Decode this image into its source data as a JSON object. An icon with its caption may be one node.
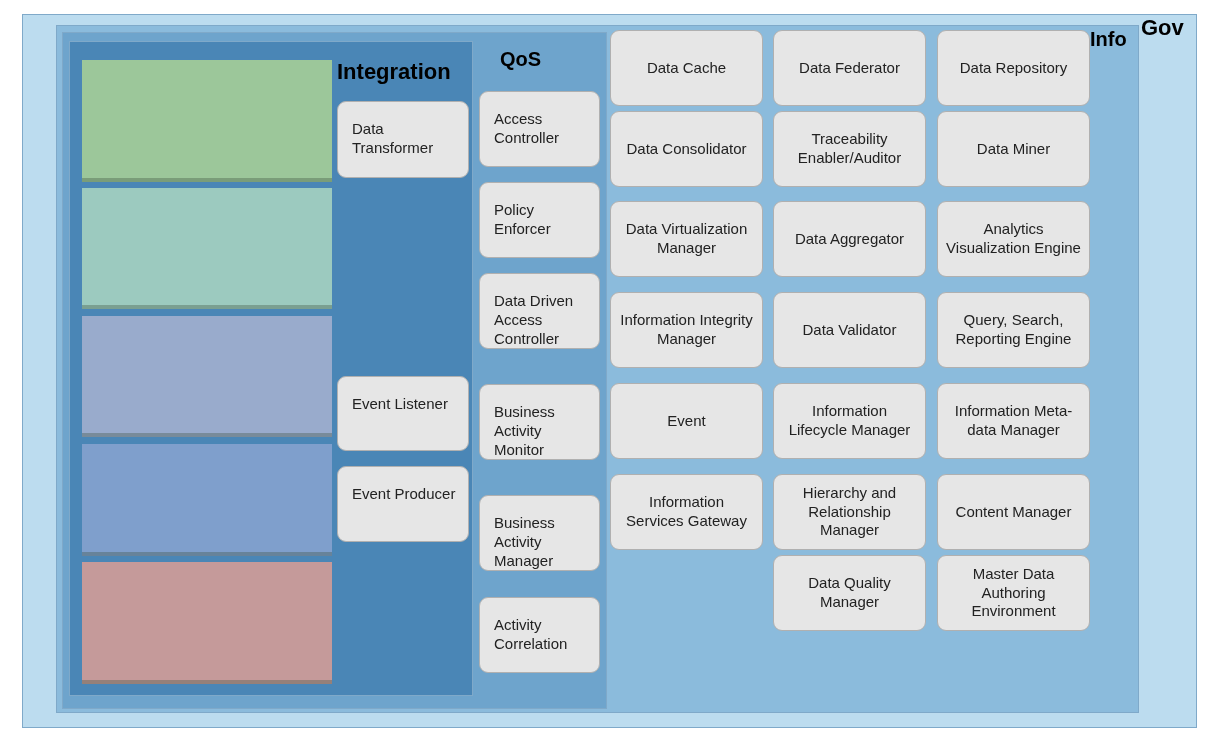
{
  "diagram": {
    "nodes": [
      {
        "text": [
          "Gov"
        ]
      },
      {
        "text": [
          "Info"
        ],
        "in": 0
      },
      {
        "text": [
          "QoS"
        ],
        "in": 1
      },
      {
        "text": [
          "Integration"
        ],
        "in": 2
      },
      {
        "text": [],
        "shape": "box",
        "in": 3
      },
      {
        "text": [],
        "shape": "box",
        "in": 3
      },
      {
        "text": [],
        "shape": "box",
        "in": 3
      },
      {
        "text": [],
        "shape": "box",
        "in": 3
      },
      {
        "text": [],
        "shape": "box",
        "in": 3
      },
      {
        "text": [
          "Data Transformer"
        ],
        "in": 3
      },
      {
        "text": [
          "Event Listener"
        ],
        "in": 3
      },
      {
        "text": [
          "Event Producer"
        ],
        "in": 3
      },
      {
        "text": [
          "Access Controller"
        ],
        "in": 2
      },
      {
        "text": [
          "Policy Enforcer"
        ],
        "in": 2
      },
      {
        "text": [
          "Data Driven Access Controller"
        ],
        "in": 2
      },
      {
        "text": [
          "Business Activity Monitor"
        ],
        "in": 2
      },
      {
        "text": [
          "Business Activity Manager"
        ],
        "in": 2
      },
      {
        "text": [
          "Activity Correlation"
        ],
        "in": 2
      },
      {
        "text": [
          "Data Cache"
        ],
        "in": 1
      },
      {
        "text": [
          "Data Federator"
        ],
        "in": 1
      },
      {
        "text": [
          "Data Repository"
        ],
        "in": 1
      },
      {
        "text": [
          "Data Consolidator"
        ],
        "in": 1
      },
      {
        "text": [
          "Traceability Enabler/Auditor"
        ],
        "in": 1
      },
      {
        "text": [
          "Data Miner"
        ],
        "in": 1
      },
      {
        "text": [
          "Data Virtualization Manager"
        ],
        "in": 1
      },
      {
        "text": [
          "Data Aggregator"
        ],
        "in": 1
      },
      {
        "text": [
          "Analytics Visualization Engine"
        ],
        "in": 1
      },
      {
        "text": [
          "Information Integrity Manager"
        ],
        "in": 1
      },
      {
        "text": [
          "Data Validator"
        ],
        "in": 1
      },
      {
        "text": [
          "Query, Search, Reporting Engine"
        ],
        "in": 1
      },
      {
        "text": [
          "Event"
        ],
        "in": 1
      },
      {
        "text": [
          "Information Lifecycle Manager"
        ],
        "in": 1
      },
      {
        "text": [
          "Information Meta-data Manager"
        ],
        "in": 1
      },
      {
        "text": [
          "Information Services Gateway"
        ],
        "in": 1
      },
      {
        "text": [
          "Hierarchy and Relationship Manager"
        ],
        "in": 1
      },
      {
        "text": [
          "Content Manager"
        ],
        "in": 1
      },
      {
        "text": [
          "Data Quality Manager"
        ],
        "in": 1
      },
      {
        "text": [
          "Master Data Authoring Environment"
        ],
        "in": 1
      }
    ]
  }
}
